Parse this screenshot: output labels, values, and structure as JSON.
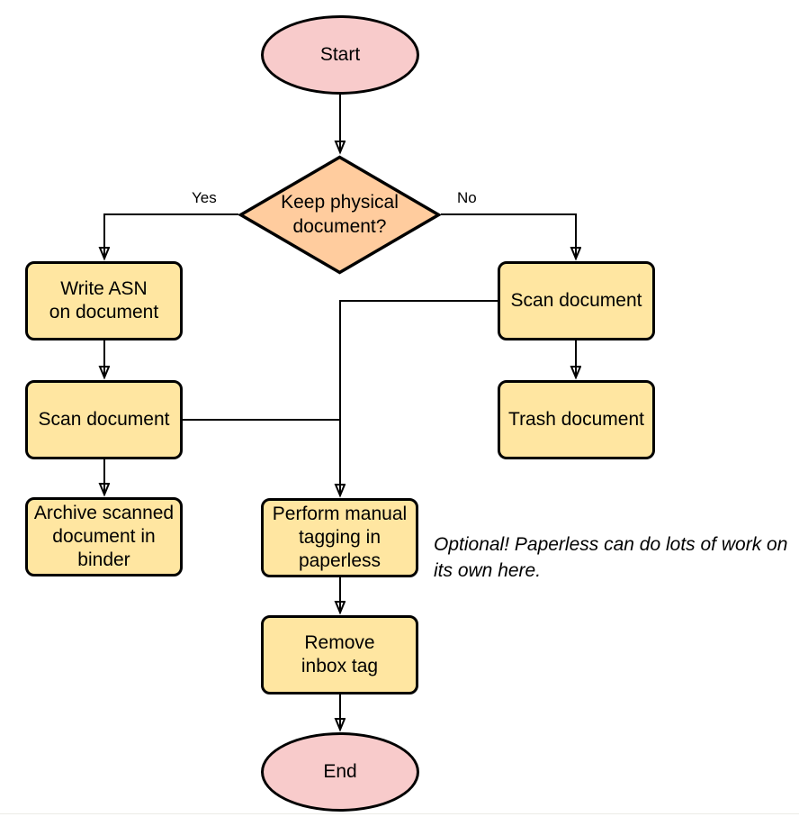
{
  "colors": {
    "terminal-fill": "#f8cbcb",
    "decision-fill": "#ffcc9e",
    "process-fill": "#ffe6a1",
    "line": "#000000",
    "background": "#ffffff",
    "footer-line": "#ebebe6"
  },
  "nodes": {
    "start": {
      "label": "Start",
      "type": "terminal"
    },
    "decision": {
      "label": "Keep physical\ndocument?",
      "type": "decision"
    },
    "write_asn": {
      "label": "Write ASN\non document",
      "type": "process"
    },
    "scan_left": {
      "label": "Scan document",
      "type": "process"
    },
    "archive": {
      "label": "Archive scanned\ndocument in\nbinder",
      "type": "process"
    },
    "scan_right": {
      "label": "Scan document",
      "type": "process"
    },
    "trash": {
      "label": "Trash document",
      "type": "process"
    },
    "tagging": {
      "label": "Perform manual\ntagging in\npaperless",
      "type": "process"
    },
    "remove_inbox": {
      "label": "Remove\ninbox tag",
      "type": "process"
    },
    "end": {
      "label": "End",
      "type": "terminal"
    }
  },
  "edge_labels": {
    "yes": "Yes",
    "no": "No"
  },
  "annotation": "Optional! Paperless can do lots of work on\nits own here."
}
